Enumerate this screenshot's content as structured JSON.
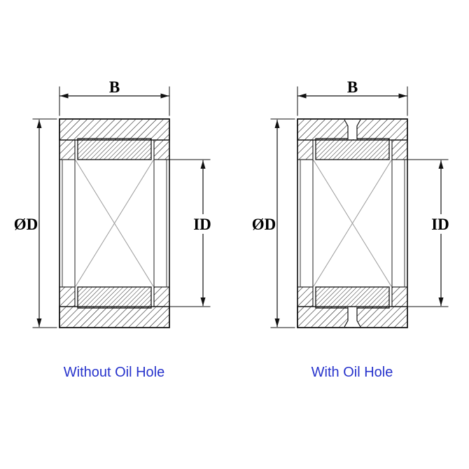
{
  "diagram": {
    "background": "#ffffff",
    "line_color": "#111111",
    "hatch_color": "#111111",
    "cross_line_color": "#9a9a9a",
    "caption_color": "#2733cc",
    "left": {
      "caption": "Without Oil Hole",
      "dim_width": "B",
      "dim_outer": "ØD",
      "dim_inner": "ID"
    },
    "right": {
      "caption": "With Oil Hole",
      "dim_width": "B",
      "dim_outer": "ØD",
      "dim_inner": "ID"
    }
  }
}
